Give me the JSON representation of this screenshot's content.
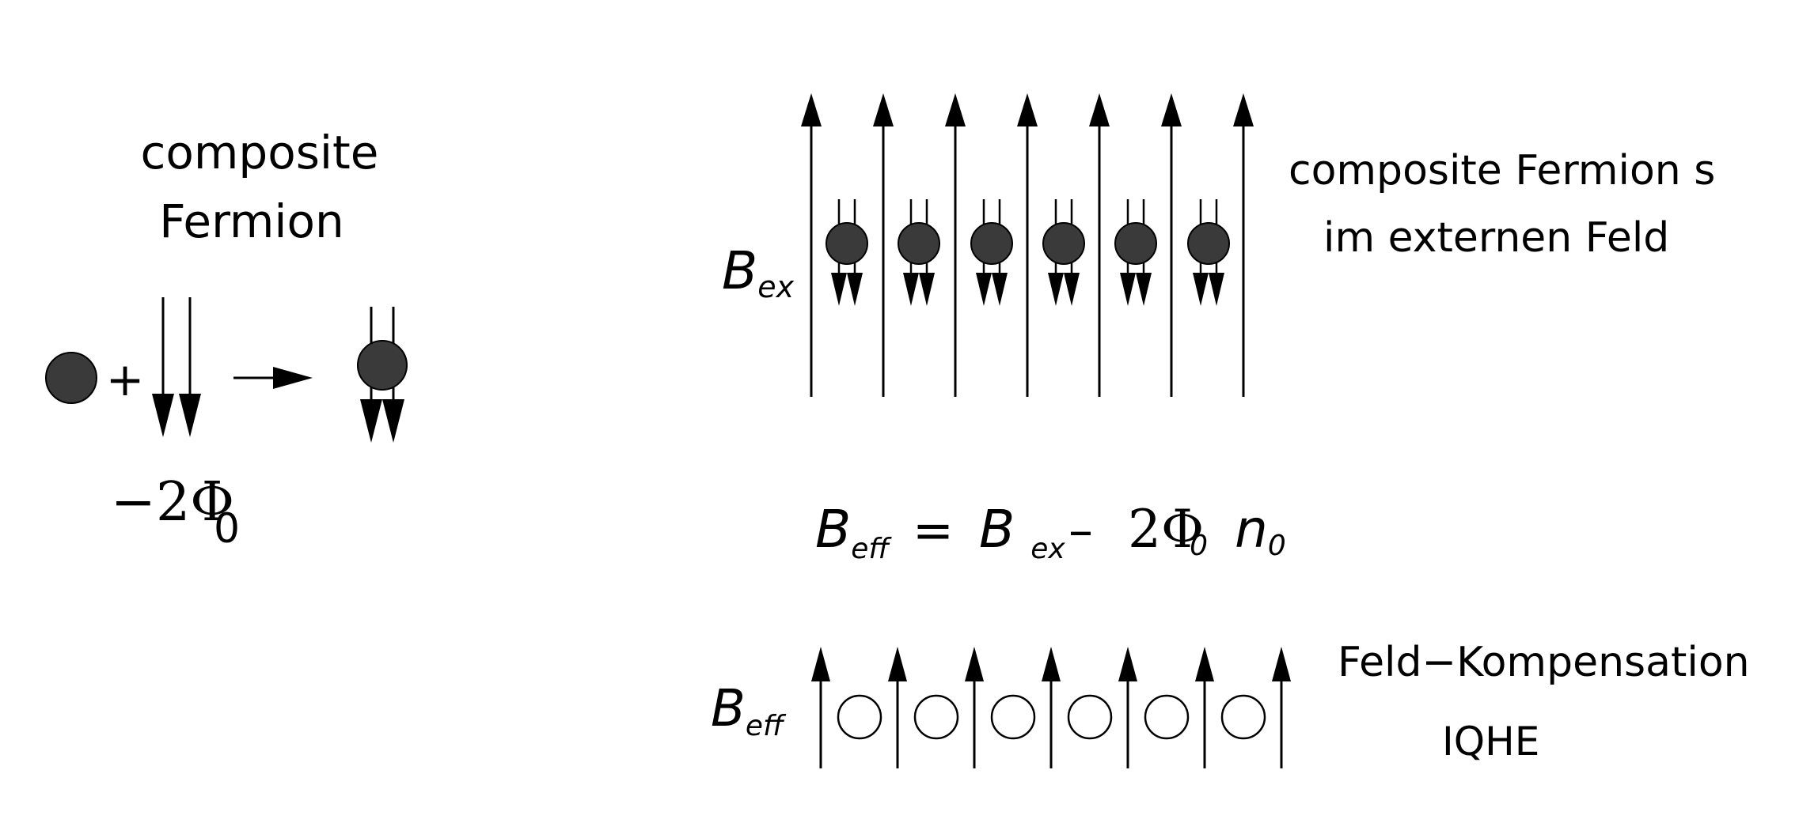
{
  "left_panel": {
    "title_line1": "composite",
    "title_line2": "Fermion",
    "plus": "+",
    "flux_minus_two": "−2Φ",
    "flux_subscript": "0"
  },
  "top_right_panel": {
    "field_symbol": "B",
    "field_subscript": "ex",
    "caption_line1": "composite Fermion s",
    "caption_line2": "im externen Feld"
  },
  "equation": {
    "lhs_symbol": "B",
    "lhs_subscript": "eff",
    "equals": "=",
    "rhs_symbol": "B",
    "rhs_subscript": "ex",
    "minus": "–",
    "coefficient": "2Φ",
    "phi_subscript": "0",
    "density_symbol": "n",
    "density_subscript": "0"
  },
  "bottom_panel": {
    "field_symbol": "B",
    "field_subscript": "eff",
    "caption_line1": "Feld−Kompensation",
    "caption_line2": "IQHE"
  },
  "colors": {
    "particle_fill": "#3a3a3a",
    "line": "#000000",
    "background": "#ffffff"
  }
}
